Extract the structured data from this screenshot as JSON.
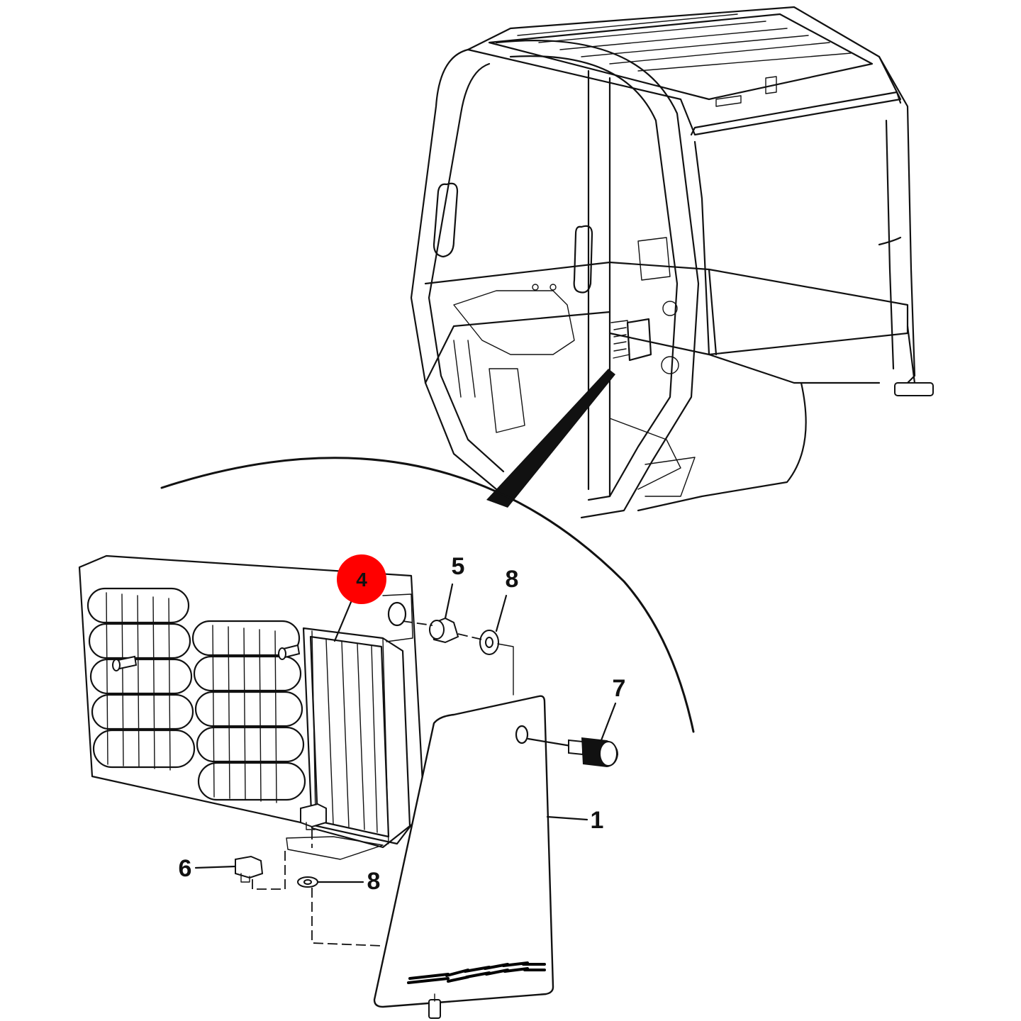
{
  "callouts": {
    "c1": "1",
    "c4": "4",
    "c5": "5",
    "c6": "6",
    "c7": "7",
    "c8_top": "8",
    "c8_bottom": "8"
  },
  "highlight": {
    "color": "#ff0000",
    "item": "4"
  }
}
